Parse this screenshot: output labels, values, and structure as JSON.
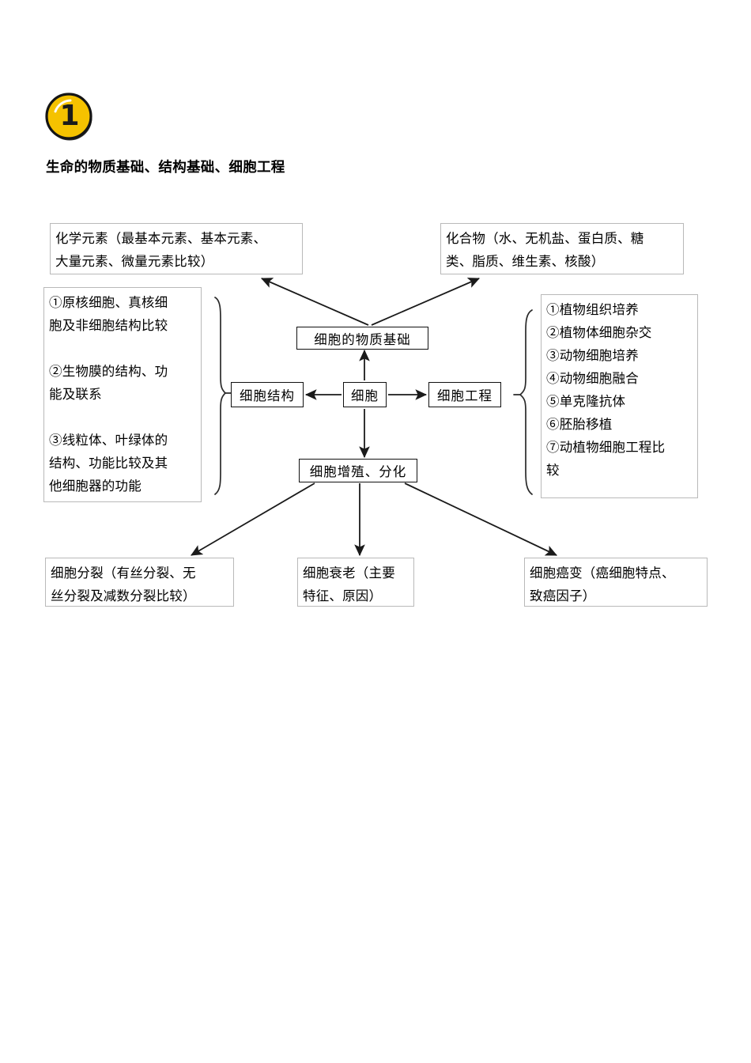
{
  "page": {
    "badge_number": "1",
    "badge_color": "#F5C200",
    "badge_border_color": "#1A1A1A",
    "heading": "生命的物质基础、结构基础、细胞工程",
    "background": "#FFFFFF",
    "ink_color": "#000000",
    "light_border_color": "#B9B9B9"
  },
  "nodes": {
    "chemical_elements": {
      "lines": [
        "化学元素（最基本元素、基本元素、",
        "大量元素、微量元素比较）"
      ]
    },
    "compounds": {
      "lines": [
        "化合物（水、无机盐、蛋白质、糖",
        "类、脂质、维生素、核酸）"
      ]
    },
    "cell_structure_list": {
      "lines": [
        "①原核细胞、真核细",
        "胞及非细胞结构比较",
        "",
        "②生物膜的结构、功",
        "能及联系",
        "",
        "③线粒体、叶绿体的",
        "结构、功能比较及其",
        "他细胞器的功能"
      ]
    },
    "cell_engineering_list": {
      "lines": [
        "①植物组织培养",
        "②植物体细胞杂交",
        "③动物细胞培养",
        "④动物细胞融合",
        "⑤单克隆抗体",
        "⑥胚胎移植",
        "⑦动植物细胞工程比",
        "较"
      ]
    },
    "material_basis": {
      "label": "细胞的物质基础"
    },
    "cell_structure": {
      "label": "细胞结构"
    },
    "cell": {
      "label": "细胞"
    },
    "cell_engineering": {
      "label": "细胞工程"
    },
    "proliferation": {
      "label": "细胞增殖、分化"
    },
    "cell_division": {
      "lines": [
        "细胞分裂（有丝分裂、无",
        "丝分裂及减数分裂比较）"
      ]
    },
    "cell_aging": {
      "lines": [
        "细胞衰老（主要",
        "特征、原因）"
      ]
    },
    "cell_canceration": {
      "lines": [
        "细胞癌变（癌细胞特点、",
        "致癌因子）"
      ]
    }
  },
  "edges": [
    {
      "from": "material_basis",
      "to": "chemical_elements",
      "arrow": "to"
    },
    {
      "from": "material_basis",
      "to": "compounds",
      "arrow": "to"
    },
    {
      "from": "cell",
      "to": "material_basis",
      "arrow": "to"
    },
    {
      "from": "cell",
      "to": "cell_structure",
      "arrow": "to"
    },
    {
      "from": "cell",
      "to": "cell_engineering",
      "arrow": "to"
    },
    {
      "from": "cell",
      "to": "proliferation",
      "arrow": "to"
    },
    {
      "from": "proliferation",
      "to": "cell_division",
      "arrow": "to"
    },
    {
      "from": "proliferation",
      "to": "cell_aging",
      "arrow": "to"
    },
    {
      "from": "proliferation",
      "to": "cell_canceration",
      "arrow": "to"
    }
  ],
  "braces": [
    {
      "name": "left-brace",
      "points_to": "cell_structure",
      "direction": "right"
    },
    {
      "name": "right-brace",
      "points_to": "cell_engineering",
      "direction": "left"
    }
  ]
}
